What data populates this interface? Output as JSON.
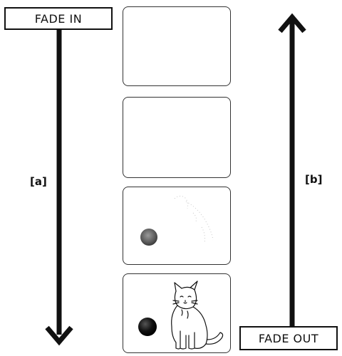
{
  "labels": {
    "fade_in": "FADE IN",
    "fade_out": "FADE OUT",
    "arrow_a": "[a]",
    "arrow_b": "[b]"
  },
  "frames": [
    {
      "content": "empty"
    },
    {
      "content": "empty"
    },
    {
      "content": "faint-ball-and-faint-cat"
    },
    {
      "content": "ball-and-cat"
    }
  ],
  "arrows": {
    "a": {
      "direction": "down"
    },
    "b": {
      "direction": "up"
    }
  },
  "colors": {
    "ink": "#111111",
    "frame_border": "#333333"
  }
}
